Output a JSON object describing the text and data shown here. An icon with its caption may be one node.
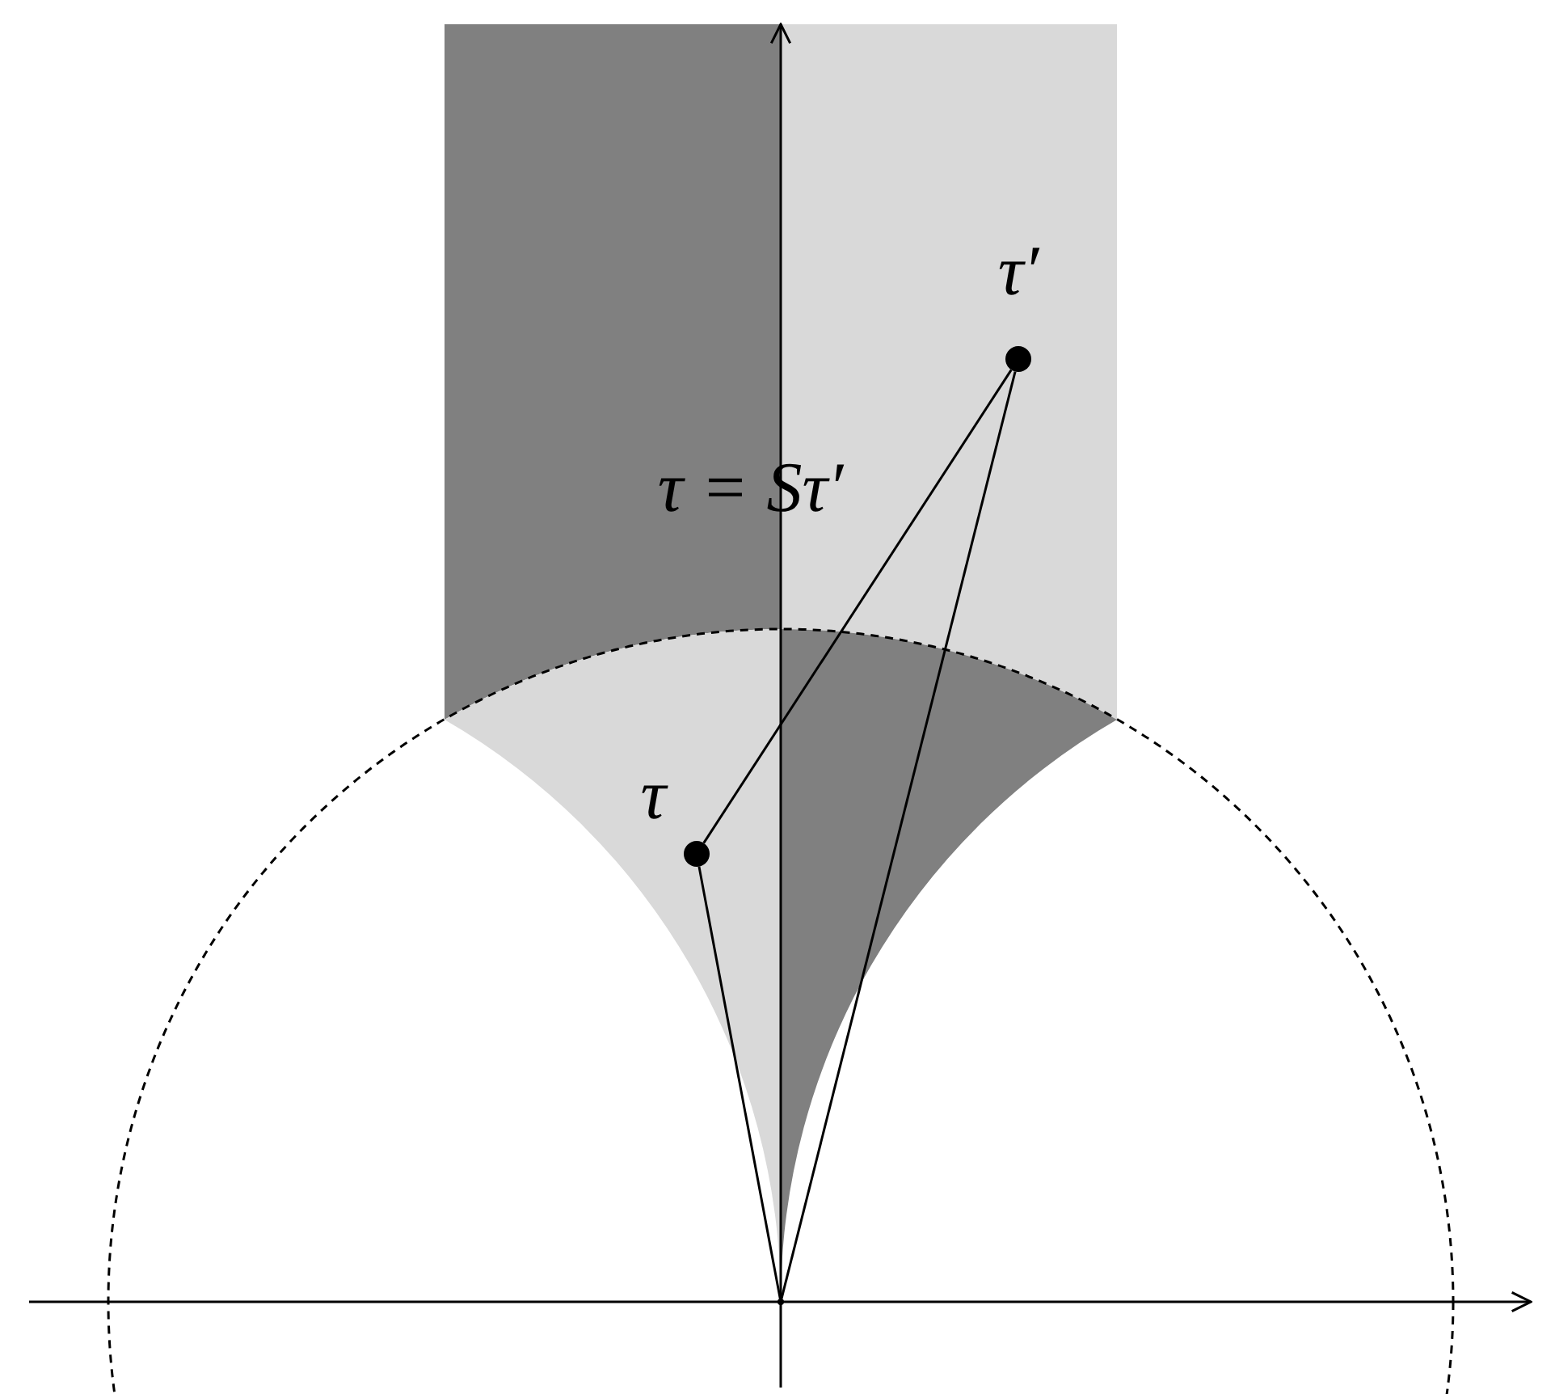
{
  "diagram": {
    "nodes": [
      {
        "text": [],
        "shape": "circle",
        "beside": [
          "τ′"
        ]
      },
      {
        "text": [],
        "shape": "circle",
        "beside": [
          "τ"
        ]
      },
      {
        "text": [],
        "shape": "point"
      }
    ],
    "edges": [
      {
        "from": 0,
        "to": 1,
        "arrow": "none"
      },
      {
        "from": 1,
        "to": 2,
        "arrow": "none"
      },
      {
        "from": 0,
        "to": 2,
        "arrow": "none"
      }
    ],
    "labels": [
      "τ = Sτ′"
    ]
  }
}
